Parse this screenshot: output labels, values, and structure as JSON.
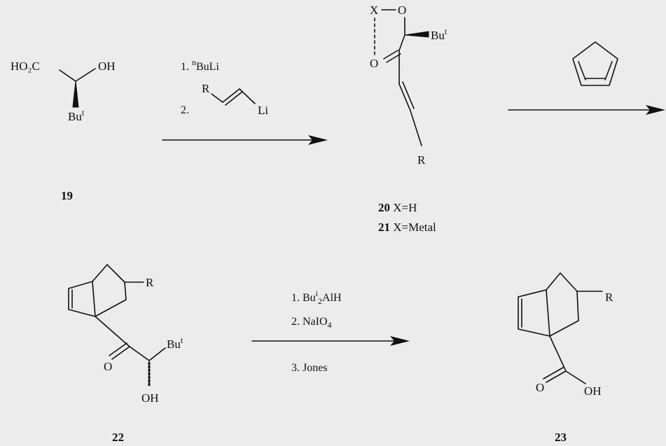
{
  "compound_19": {
    "acid": "HO₂C",
    "hydroxyl": "OH",
    "tbu_main": "Bu",
    "tbu_sup": "t",
    "label": "19"
  },
  "step1": {
    "line1_prefix": "1. ",
    "line1_sup": "n",
    "line1_main": "BuLi",
    "line2_num": "2.",
    "line2_r": "R",
    "line2_li": "Li"
  },
  "compound_20_21": {
    "x": "X",
    "o_top": "O",
    "o_carbonyl": "O",
    "tbu_main": "Bu",
    "tbu_sup": "t",
    "r": "R",
    "label_20_num": "20",
    "label_20_text": " X=H",
    "label_21_num": "21",
    "label_21_text": " X=Metal"
  },
  "step2": {
    "reagent": "cyclopentadiene"
  },
  "compound_22": {
    "r": "R",
    "o": "O",
    "tbu_main": "Bu",
    "tbu_sup": "t",
    "oh": "OH",
    "label": "22"
  },
  "step3": {
    "line1_prefix": "1. Bu",
    "line1_sup": "i",
    "line1_sub": "2",
    "line1_suffix": "AlH",
    "line2": "2. NaIO",
    "line2_sub": "4",
    "line3": "3. Jones"
  },
  "compound_23": {
    "r": "R",
    "o": "O",
    "oh": "OH",
    "label": "23"
  }
}
